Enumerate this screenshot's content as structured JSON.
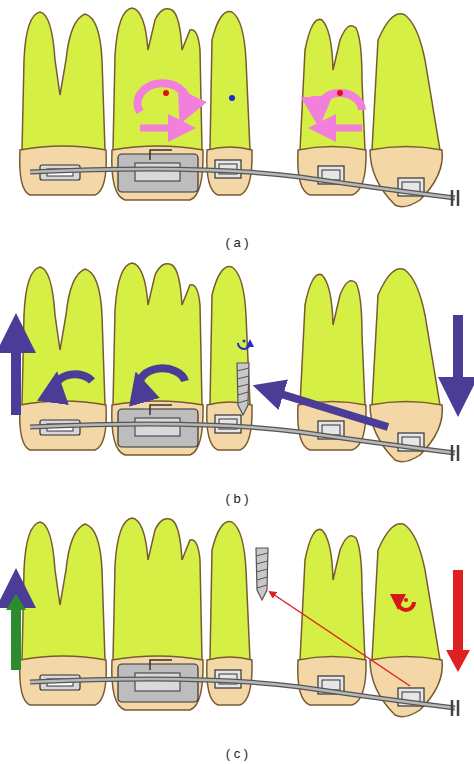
{
  "diagram": {
    "labels": [
      "( a )",
      "( b )",
      "( c )"
    ]
  }
}
